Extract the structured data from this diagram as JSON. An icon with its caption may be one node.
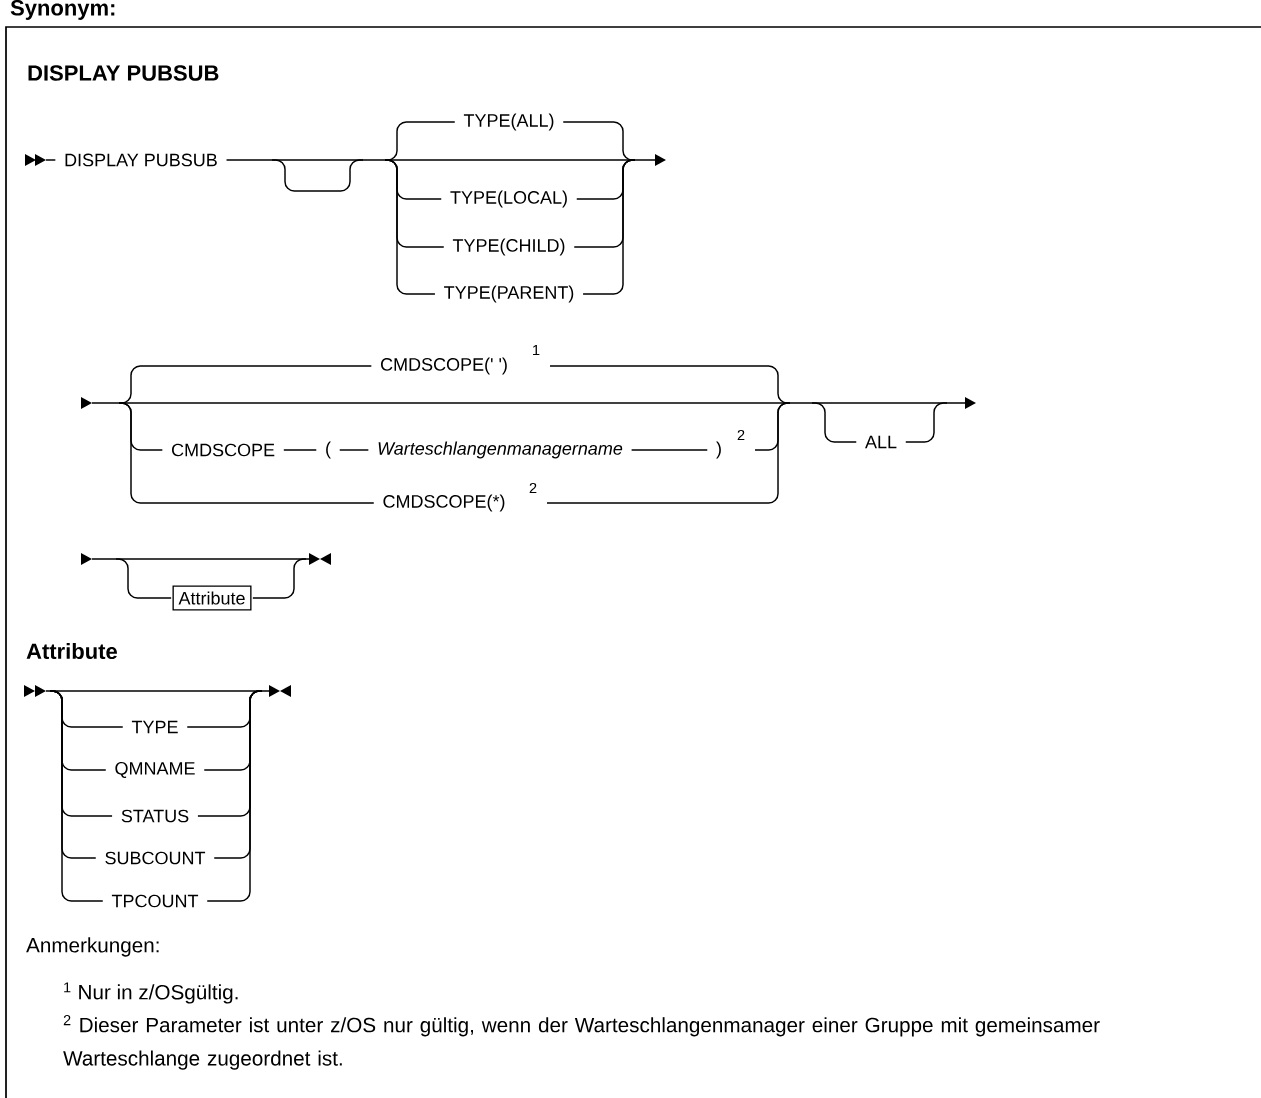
{
  "diagram": {
    "title": "DISPLAY PUBSUB",
    "nodes": [
      {
        "text": [
          "Attribute"
        ]
      }
    ],
    "labels": [
      "Synonym:",
      "DISPLAY PUBSUB",
      "TYPE(ALL)",
      "TYPE(LOCAL)",
      "TYPE(CHILD)",
      "TYPE(PARENT)",
      "CMDSCOPE(' ')",
      "1",
      "CMDSCOPE",
      "(",
      "Warteschlangenmanagername",
      ")",
      "2",
      "ALL",
      "CMDSCOPE(*)",
      "2",
      "Attribute",
      "TYPE",
      "QMNAME",
      "STATUS",
      "SUBCOUNT",
      "TPCOUNT",
      "Anmerkungen:",
      "$^{1}$ Nur in z/OSgültig.",
      "$^{2}$ Dieser Parameter ist unter z/OS nur gültig, wenn der Warteschlangenmanager einer Gruppe mit gemeinsamer Warteschlange zugeordnet ist."
    ]
  }
}
